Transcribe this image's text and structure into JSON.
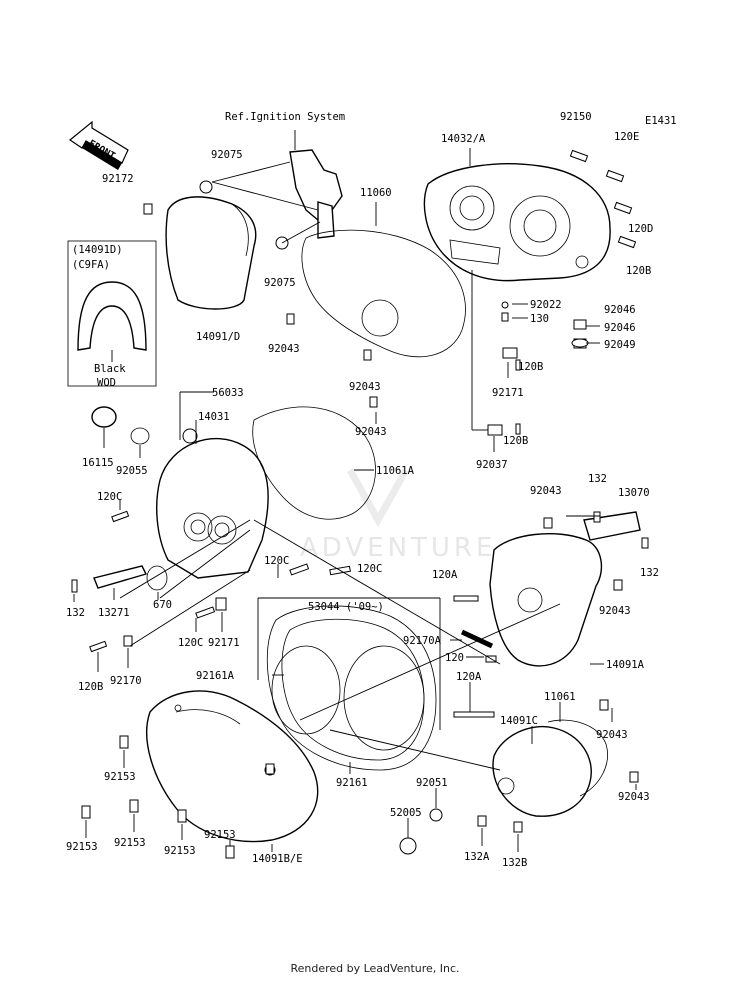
{
  "diagram_code": "E1431",
  "reference_note": "Ref.Ignition System",
  "front_arrow_label": "FRONT",
  "inset": {
    "part_number": "(14091D)",
    "color_code": "(C9FA)",
    "color_name": "Black",
    "suffix": "WOD"
  },
  "footer_text": "Rendered by LeadVenture, Inc.",
  "watermark_text": "ADVENTURE",
  "labels": {
    "p92172": "92172",
    "p92075a": "92075",
    "p92075b": "92075",
    "p14091d": "14091/D",
    "p11060": "11060",
    "p14032a": "14032/A",
    "p92150": "92150",
    "p120e": "120E",
    "p120d": "120D",
    "p120b_1": "120B",
    "p92022": "92022",
    "p130": "130",
    "p92046a": "92046",
    "p92046b": "92046",
    "p92049": "92049",
    "p92043_1": "92043",
    "p120b_2": "120B",
    "p92171_1": "92171",
    "p120b_3": "120B",
    "p92037": "92037",
    "p92043_2": "92043",
    "p56033": "56033",
    "p14031": "14031",
    "p92043_3": "92043",
    "p16115": "16115",
    "p92055": "92055",
    "p11061a": "11061A",
    "p120c_1": "120C",
    "p92043_4": "92043",
    "p132_1": "132",
    "p13070": "13070",
    "p132_2": "132",
    "p120c_2": "120C",
    "p120c_3": "120C",
    "p132_3": "132",
    "p13271": "13271",
    "p670": "670",
    "p120c_4": "120C",
    "p92171_2": "92171",
    "p120a_1": "120A",
    "p92043_5": "92043",
    "p53044": "53044 ('09~)",
    "p92170a": "92170A",
    "p120_1": "120",
    "p14091a": "14091A",
    "p92161a": "92161A",
    "p120b_4": "120B",
    "p92170": "92170",
    "p120a_2": "120A",
    "p11061": "11061",
    "p92043_6": "92043",
    "p14091c": "14091C",
    "p92153_1": "92153",
    "p92161": "92161",
    "p92051": "92051",
    "p92043_7": "92043",
    "p52005": "52005",
    "p92153_2": "92153",
    "p92153_3": "92153",
    "p92153_4": "92153",
    "p92153_5": "92153",
    "p14091be": "14091B/E",
    "p132a": "132A",
    "p132b": "132B"
  }
}
